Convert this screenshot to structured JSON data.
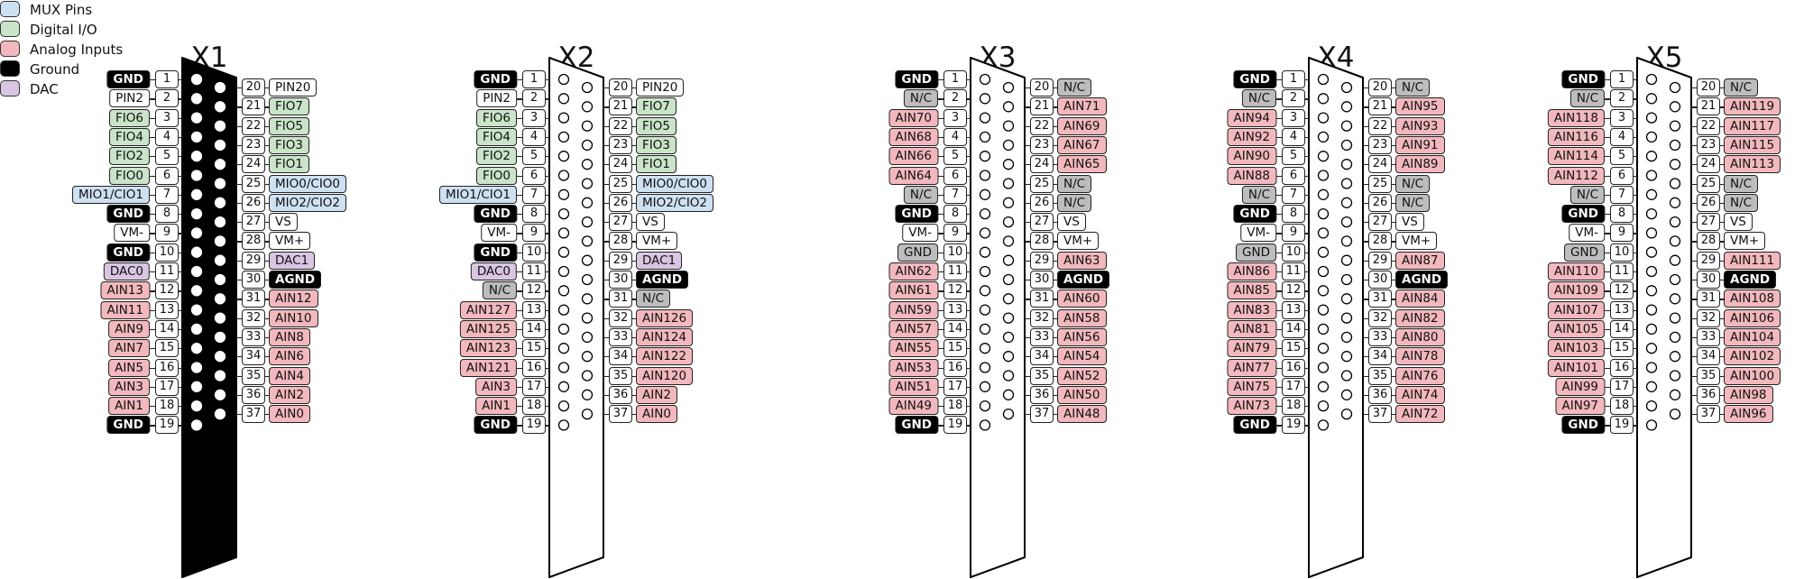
{
  "legend": [
    {
      "label": "MUX Pins",
      "color": "#cde1f2"
    },
    {
      "label": "Digital I/O",
      "color": "#c9e4c9"
    },
    {
      "label": "Analog Inputs",
      "color": "#f2b8bd"
    },
    {
      "label": "Ground",
      "color": "#000000"
    },
    {
      "label": "DAC",
      "color": "#d9c6e3"
    }
  ],
  "colors": {
    "mux": "#cde1f2",
    "dio": "#c9e4c9",
    "ain": "#f2b8bd",
    "gnd": "#000000",
    "dac": "#d9c6e3",
    "nc": "#bdbdbd",
    "plain": "#ffffff"
  },
  "connectors": [
    {
      "title": "X1",
      "filled": true,
      "left_pins": [
        {
          "num": "1",
          "label": "GND",
          "kind": "gnd"
        },
        {
          "num": "2",
          "label": "PIN2",
          "kind": "plain"
        },
        {
          "num": "3",
          "label": "FIO6",
          "kind": "dio"
        },
        {
          "num": "4",
          "label": "FIO4",
          "kind": "dio"
        },
        {
          "num": "5",
          "label": "FIO2",
          "kind": "dio"
        },
        {
          "num": "6",
          "label": "FIO0",
          "kind": "dio"
        },
        {
          "num": "7",
          "label": "MIO1/CIO1",
          "kind": "mux"
        },
        {
          "num": "8",
          "label": "GND",
          "kind": "gnd"
        },
        {
          "num": "9",
          "label": "VM-",
          "kind": "plain"
        },
        {
          "num": "10",
          "label": "GND",
          "kind": "gnd"
        },
        {
          "num": "11",
          "label": "DAC0",
          "kind": "dac"
        },
        {
          "num": "12",
          "label": "AIN13",
          "kind": "ain"
        },
        {
          "num": "13",
          "label": "AIN11",
          "kind": "ain"
        },
        {
          "num": "14",
          "label": "AIN9",
          "kind": "ain"
        },
        {
          "num": "15",
          "label": "AIN7",
          "kind": "ain"
        },
        {
          "num": "16",
          "label": "AIN5",
          "kind": "ain"
        },
        {
          "num": "17",
          "label": "AIN3",
          "kind": "ain"
        },
        {
          "num": "18",
          "label": "AIN1",
          "kind": "ain"
        },
        {
          "num": "19",
          "label": "GND",
          "kind": "gnd"
        }
      ],
      "right_pins": [
        {
          "num": "20",
          "label": "PIN20",
          "kind": "plain"
        },
        {
          "num": "21",
          "label": "FIO7",
          "kind": "dio"
        },
        {
          "num": "22",
          "label": "FIO5",
          "kind": "dio"
        },
        {
          "num": "23",
          "label": "FIO3",
          "kind": "dio"
        },
        {
          "num": "24",
          "label": "FIO1",
          "kind": "dio"
        },
        {
          "num": "25",
          "label": "MIO0/CIO0",
          "kind": "mux"
        },
        {
          "num": "26",
          "label": "MIO2/CIO2",
          "kind": "mux"
        },
        {
          "num": "27",
          "label": "VS",
          "kind": "plain"
        },
        {
          "num": "28",
          "label": "VM+",
          "kind": "plain"
        },
        {
          "num": "29",
          "label": "DAC1",
          "kind": "dac"
        },
        {
          "num": "30",
          "label": "AGND",
          "kind": "gnd"
        },
        {
          "num": "31",
          "label": "AIN12",
          "kind": "ain"
        },
        {
          "num": "32",
          "label": "AIN10",
          "kind": "ain"
        },
        {
          "num": "33",
          "label": "AIN8",
          "kind": "ain"
        },
        {
          "num": "34",
          "label": "AIN6",
          "kind": "ain"
        },
        {
          "num": "35",
          "label": "AIN4",
          "kind": "ain"
        },
        {
          "num": "36",
          "label": "AIN2",
          "kind": "ain"
        },
        {
          "num": "37",
          "label": "AIN0",
          "kind": "ain"
        }
      ]
    },
    {
      "title": "X2",
      "filled": false,
      "left_pins": [
        {
          "num": "1",
          "label": "GND",
          "kind": "gnd"
        },
        {
          "num": "2",
          "label": "PIN2",
          "kind": "plain"
        },
        {
          "num": "3",
          "label": "FIO6",
          "kind": "dio"
        },
        {
          "num": "4",
          "label": "FIO4",
          "kind": "dio"
        },
        {
          "num": "5",
          "label": "FIO2",
          "kind": "dio"
        },
        {
          "num": "6",
          "label": "FIO0",
          "kind": "dio"
        },
        {
          "num": "7",
          "label": "MIO1/CIO1",
          "kind": "mux"
        },
        {
          "num": "8",
          "label": "GND",
          "kind": "gnd"
        },
        {
          "num": "9",
          "label": "VM-",
          "kind": "plain"
        },
        {
          "num": "10",
          "label": "GND",
          "kind": "gnd"
        },
        {
          "num": "11",
          "label": "DAC0",
          "kind": "dac"
        },
        {
          "num": "12",
          "label": "N/C",
          "kind": "nc"
        },
        {
          "num": "13",
          "label": "AIN127",
          "kind": "ain"
        },
        {
          "num": "14",
          "label": "AIN125",
          "kind": "ain"
        },
        {
          "num": "15",
          "label": "AIN123",
          "kind": "ain"
        },
        {
          "num": "16",
          "label": "AIN121",
          "kind": "ain"
        },
        {
          "num": "17",
          "label": "AIN3",
          "kind": "ain"
        },
        {
          "num": "18",
          "label": "AIN1",
          "kind": "ain"
        },
        {
          "num": "19",
          "label": "GND",
          "kind": "gnd"
        }
      ],
      "right_pins": [
        {
          "num": "20",
          "label": "PIN20",
          "kind": "plain"
        },
        {
          "num": "21",
          "label": "FIO7",
          "kind": "dio"
        },
        {
          "num": "22",
          "label": "FIO5",
          "kind": "dio"
        },
        {
          "num": "23",
          "label": "FIO3",
          "kind": "dio"
        },
        {
          "num": "24",
          "label": "FIO1",
          "kind": "dio"
        },
        {
          "num": "25",
          "label": "MIO0/CIO0",
          "kind": "mux"
        },
        {
          "num": "26",
          "label": "MIO2/CIO2",
          "kind": "mux"
        },
        {
          "num": "27",
          "label": "VS",
          "kind": "plain"
        },
        {
          "num": "28",
          "label": "VM+",
          "kind": "plain"
        },
        {
          "num": "29",
          "label": "DAC1",
          "kind": "dac"
        },
        {
          "num": "30",
          "label": "AGND",
          "kind": "gnd"
        },
        {
          "num": "31",
          "label": "N/C",
          "kind": "nc"
        },
        {
          "num": "32",
          "label": "AIN126",
          "kind": "ain"
        },
        {
          "num": "33",
          "label": "AIN124",
          "kind": "ain"
        },
        {
          "num": "34",
          "label": "AIN122",
          "kind": "ain"
        },
        {
          "num": "35",
          "label": "AIN120",
          "kind": "ain"
        },
        {
          "num": "36",
          "label": "AIN2",
          "kind": "ain"
        },
        {
          "num": "37",
          "label": "AIN0",
          "kind": "ain"
        }
      ]
    },
    {
      "title": "X3",
      "filled": false,
      "left_pins": [
        {
          "num": "1",
          "label": "GND",
          "kind": "gnd"
        },
        {
          "num": "2",
          "label": "N/C",
          "kind": "nc"
        },
        {
          "num": "3",
          "label": "AIN70",
          "kind": "ain"
        },
        {
          "num": "4",
          "label": "AIN68",
          "kind": "ain"
        },
        {
          "num": "5",
          "label": "AIN66",
          "kind": "ain"
        },
        {
          "num": "6",
          "label": "AIN64",
          "kind": "ain"
        },
        {
          "num": "7",
          "label": "N/C",
          "kind": "nc"
        },
        {
          "num": "8",
          "label": "GND",
          "kind": "gnd"
        },
        {
          "num": "9",
          "label": "VM-",
          "kind": "plain"
        },
        {
          "num": "10",
          "label": "GND",
          "kind": "nc"
        },
        {
          "num": "11",
          "label": "AIN62",
          "kind": "ain"
        },
        {
          "num": "12",
          "label": "AIN61",
          "kind": "ain"
        },
        {
          "num": "13",
          "label": "AIN59",
          "kind": "ain"
        },
        {
          "num": "14",
          "label": "AIN57",
          "kind": "ain"
        },
        {
          "num": "15",
          "label": "AIN55",
          "kind": "ain"
        },
        {
          "num": "16",
          "label": "AIN53",
          "kind": "ain"
        },
        {
          "num": "17",
          "label": "AIN51",
          "kind": "ain"
        },
        {
          "num": "18",
          "label": "AIN49",
          "kind": "ain"
        },
        {
          "num": "19",
          "label": "GND",
          "kind": "gnd"
        }
      ],
      "right_pins": [
        {
          "num": "20",
          "label": "N/C",
          "kind": "nc"
        },
        {
          "num": "21",
          "label": "AIN71",
          "kind": "ain"
        },
        {
          "num": "22",
          "label": "AIN69",
          "kind": "ain"
        },
        {
          "num": "23",
          "label": "AIN67",
          "kind": "ain"
        },
        {
          "num": "24",
          "label": "AIN65",
          "kind": "ain"
        },
        {
          "num": "25",
          "label": "N/C",
          "kind": "nc"
        },
        {
          "num": "26",
          "label": "N/C",
          "kind": "nc"
        },
        {
          "num": "27",
          "label": "VS",
          "kind": "plain"
        },
        {
          "num": "28",
          "label": "VM+",
          "kind": "plain"
        },
        {
          "num": "29",
          "label": "AIN63",
          "kind": "ain"
        },
        {
          "num": "30",
          "label": "AGND",
          "kind": "gnd"
        },
        {
          "num": "31",
          "label": "AIN60",
          "kind": "ain"
        },
        {
          "num": "32",
          "label": "AIN58",
          "kind": "ain"
        },
        {
          "num": "33",
          "label": "AIN56",
          "kind": "ain"
        },
        {
          "num": "34",
          "label": "AIN54",
          "kind": "ain"
        },
        {
          "num": "35",
          "label": "AIN52",
          "kind": "ain"
        },
        {
          "num": "36",
          "label": "AIN50",
          "kind": "ain"
        },
        {
          "num": "37",
          "label": "AIN48",
          "kind": "ain"
        }
      ]
    },
    {
      "title": "X4",
      "filled": false,
      "left_pins": [
        {
          "num": "1",
          "label": "GND",
          "kind": "gnd"
        },
        {
          "num": "2",
          "label": "N/C",
          "kind": "nc"
        },
        {
          "num": "3",
          "label": "AIN94",
          "kind": "ain"
        },
        {
          "num": "4",
          "label": "AIN92",
          "kind": "ain"
        },
        {
          "num": "5",
          "label": "AIN90",
          "kind": "ain"
        },
        {
          "num": "6",
          "label": "AIN88",
          "kind": "ain"
        },
        {
          "num": "7",
          "label": "N/C",
          "kind": "nc"
        },
        {
          "num": "8",
          "label": "GND",
          "kind": "gnd"
        },
        {
          "num": "9",
          "label": "VM-",
          "kind": "plain"
        },
        {
          "num": "10",
          "label": "GND",
          "kind": "nc"
        },
        {
          "num": "11",
          "label": "AIN86",
          "kind": "ain"
        },
        {
          "num": "12",
          "label": "AIN85",
          "kind": "ain"
        },
        {
          "num": "13",
          "label": "AIN83",
          "kind": "ain"
        },
        {
          "num": "14",
          "label": "AIN81",
          "kind": "ain"
        },
        {
          "num": "15",
          "label": "AIN79",
          "kind": "ain"
        },
        {
          "num": "16",
          "label": "AIN77",
          "kind": "ain"
        },
        {
          "num": "17",
          "label": "AIN75",
          "kind": "ain"
        },
        {
          "num": "18",
          "label": "AIN73",
          "kind": "ain"
        },
        {
          "num": "19",
          "label": "GND",
          "kind": "gnd"
        }
      ],
      "right_pins": [
        {
          "num": "20",
          "label": "N/C",
          "kind": "nc"
        },
        {
          "num": "21",
          "label": "AIN95",
          "kind": "ain"
        },
        {
          "num": "22",
          "label": "AIN93",
          "kind": "ain"
        },
        {
          "num": "23",
          "label": "AIN91",
          "kind": "ain"
        },
        {
          "num": "24",
          "label": "AIN89",
          "kind": "ain"
        },
        {
          "num": "25",
          "label": "N/C",
          "kind": "nc"
        },
        {
          "num": "26",
          "label": "N/C",
          "kind": "nc"
        },
        {
          "num": "27",
          "label": "VS",
          "kind": "plain"
        },
        {
          "num": "28",
          "label": "VM+",
          "kind": "plain"
        },
        {
          "num": "29",
          "label": "AIN87",
          "kind": "ain"
        },
        {
          "num": "30",
          "label": "AGND",
          "kind": "gnd"
        },
        {
          "num": "31",
          "label": "AIN84",
          "kind": "ain"
        },
        {
          "num": "32",
          "label": "AIN82",
          "kind": "ain"
        },
        {
          "num": "33",
          "label": "AIN80",
          "kind": "ain"
        },
        {
          "num": "34",
          "label": "AIN78",
          "kind": "ain"
        },
        {
          "num": "35",
          "label": "AIN76",
          "kind": "ain"
        },
        {
          "num": "36",
          "label": "AIN74",
          "kind": "ain"
        },
        {
          "num": "37",
          "label": "AIN72",
          "kind": "ain"
        }
      ]
    },
    {
      "title": "X5",
      "filled": false,
      "left_pins": [
        {
          "num": "1",
          "label": "GND",
          "kind": "gnd"
        },
        {
          "num": "2",
          "label": "N/C",
          "kind": "nc"
        },
        {
          "num": "3",
          "label": "AIN118",
          "kind": "ain"
        },
        {
          "num": "4",
          "label": "AIN116",
          "kind": "ain"
        },
        {
          "num": "5",
          "label": "AIN114",
          "kind": "ain"
        },
        {
          "num": "6",
          "label": "AIN112",
          "kind": "ain"
        },
        {
          "num": "7",
          "label": "N/C",
          "kind": "nc"
        },
        {
          "num": "8",
          "label": "GND",
          "kind": "gnd"
        },
        {
          "num": "9",
          "label": "VM-",
          "kind": "plain"
        },
        {
          "num": "10",
          "label": "GND",
          "kind": "nc"
        },
        {
          "num": "11",
          "label": "AIN110",
          "kind": "ain"
        },
        {
          "num": "12",
          "label": "AIN109",
          "kind": "ain"
        },
        {
          "num": "13",
          "label": "AIN107",
          "kind": "ain"
        },
        {
          "num": "14",
          "label": "AIN105",
          "kind": "ain"
        },
        {
          "num": "15",
          "label": "AIN103",
          "kind": "ain"
        },
        {
          "num": "16",
          "label": "AIN101",
          "kind": "ain"
        },
        {
          "num": "17",
          "label": "AIN99",
          "kind": "ain"
        },
        {
          "num": "18",
          "label": "AIN97",
          "kind": "ain"
        },
        {
          "num": "19",
          "label": "GND",
          "kind": "gnd"
        }
      ],
      "right_pins": [
        {
          "num": "20",
          "label": "N/C",
          "kind": "nc"
        },
        {
          "num": "21",
          "label": "AIN119",
          "kind": "ain"
        },
        {
          "num": "22",
          "label": "AIN117",
          "kind": "ain"
        },
        {
          "num": "23",
          "label": "AIN115",
          "kind": "ain"
        },
        {
          "num": "24",
          "label": "AIN113",
          "kind": "ain"
        },
        {
          "num": "25",
          "label": "N/C",
          "kind": "nc"
        },
        {
          "num": "26",
          "label": "N/C",
          "kind": "nc"
        },
        {
          "num": "27",
          "label": "VS",
          "kind": "plain"
        },
        {
          "num": "28",
          "label": "VM+",
          "kind": "plain"
        },
        {
          "num": "29",
          "label": "AIN111",
          "kind": "ain"
        },
        {
          "num": "30",
          "label": "AGND",
          "kind": "gnd"
        },
        {
          "num": "31",
          "label": "AIN108",
          "kind": "ain"
        },
        {
          "num": "32",
          "label": "AIN106",
          "kind": "ain"
        },
        {
          "num": "33",
          "label": "AIN104",
          "kind": "ain"
        },
        {
          "num": "34",
          "label": "AIN102",
          "kind": "ain"
        },
        {
          "num": "35",
          "label": "AIN100",
          "kind": "ain"
        },
        {
          "num": "36",
          "label": "AIN98",
          "kind": "ain"
        },
        {
          "num": "37",
          "label": "AIN96",
          "kind": "ain"
        }
      ]
    }
  ]
}
